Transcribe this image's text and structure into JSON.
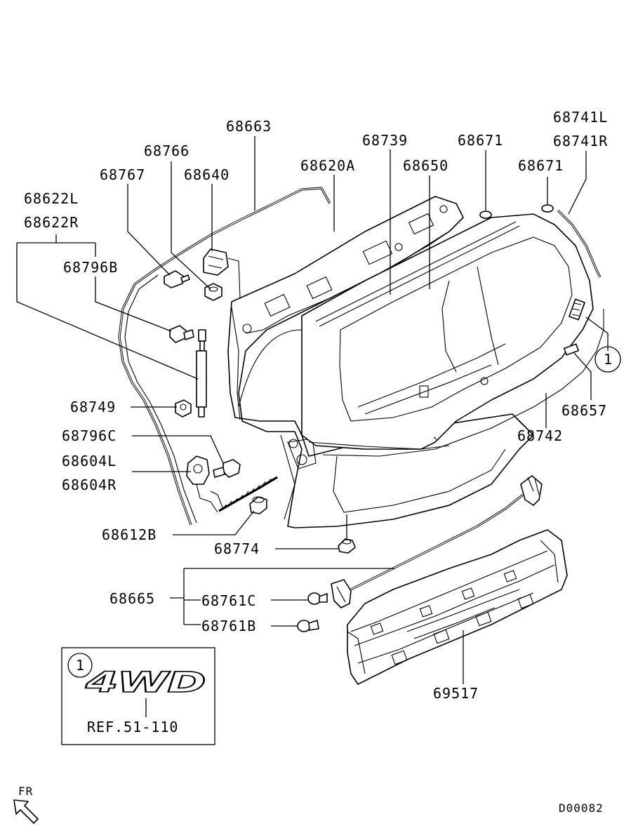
{
  "diagram_code": "D00082",
  "direction": {
    "label": "FR"
  },
  "callout_marker": "1",
  "inset": {
    "marker": "1",
    "emblem_text": "4WD",
    "ref": "REF.51-110"
  },
  "labels": {
    "p68663": "68663",
    "p68739": "68739",
    "p68671a": "68671",
    "p68671b": "68671",
    "p68741L": "68741L",
    "p68741R": "68741R",
    "p68766": "68766",
    "p68620A": "68620A",
    "p68650": "68650",
    "p68767": "68767",
    "p68640": "68640",
    "p68622L": "68622L",
    "p68622R": "68622R",
    "p68796B": "68796B",
    "p68749": "68749",
    "p68796C": "68796C",
    "p68604L": "68604L",
    "p68604R": "68604R",
    "p68612B": "68612B",
    "p68774": "68774",
    "p68665": "68665",
    "p68761C": "68761C",
    "p68761B": "68761B",
    "p69517": "69517",
    "p68657": "68657",
    "p68742": "68742"
  }
}
